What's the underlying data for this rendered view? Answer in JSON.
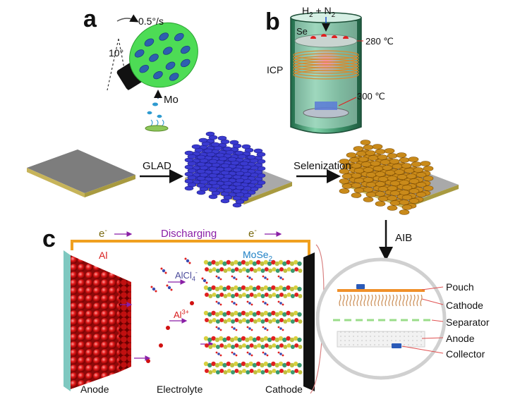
{
  "panels": {
    "a": "a",
    "b": "b",
    "c": "c"
  },
  "panel_a": {
    "rotation_rate": "0.5°/s",
    "tilt_angle": "10°",
    "source": "Mo"
  },
  "panel_b": {
    "gas_prefix": "H",
    "gas_sub1": "2",
    "gas_middle": " + N",
    "gas_sub2": "2",
    "se_label": "Se",
    "temp_top": "280 ℃",
    "plasma_label": "ICP",
    "temp_bottom": "300 ℃"
  },
  "flow": {
    "step1": "GLAD",
    "step2": "Selenization",
    "step3": "AIB"
  },
  "panel_c": {
    "electron_left": "e",
    "electron_right": "e",
    "electron_sup": "-",
    "discharging": "Discharging",
    "anode_metal": "Al",
    "cathode_prefix": "MoSe",
    "cathode_sub": "2",
    "anion_prefix": "AlCl",
    "anion_sub": "4",
    "anion_sup": "-",
    "cation_prefix": "Al",
    "cation_sup": "3+",
    "anode": "Anode",
    "electrolyte": "Electrolyte",
    "cathode": "Cathode"
  },
  "pouch_legend": [
    "Pouch",
    "Cathode",
    "Separator",
    "Anode",
    "Collector"
  ],
  "colors": {
    "anode_red": "#e01818",
    "mose2_gold": "#c98a1a",
    "mo_blue": "#3a3ad0",
    "wire_orange": "#f0a020",
    "label_purple": "#8a1fa6"
  }
}
